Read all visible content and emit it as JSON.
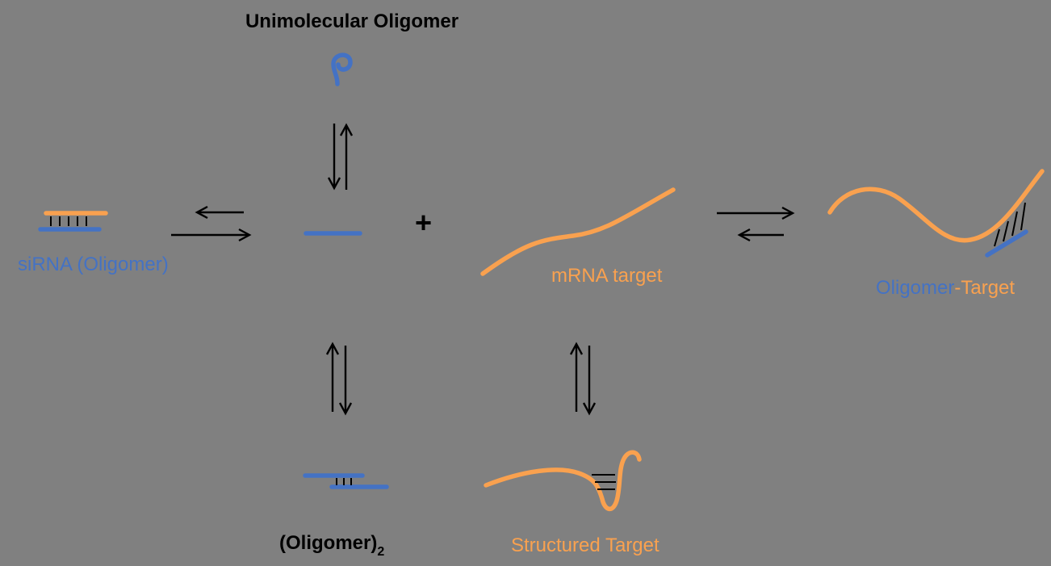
{
  "title": "Unimolecular Oligomer",
  "labels": {
    "sirna": "siRNA (Oligomer)",
    "plus": "+",
    "mrna": "mRNA target",
    "complex": {
      "oligomer": "Oligomer",
      "dash": "-",
      "target": "Target"
    },
    "dimer": {
      "base": "(Oligomer)",
      "subscript": "2"
    },
    "structured": "Structured Target"
  },
  "colors": {
    "background": "#808080",
    "oligomer_blue": "#4472C4",
    "target_orange": "#F9A14F",
    "ink": "#000000"
  }
}
